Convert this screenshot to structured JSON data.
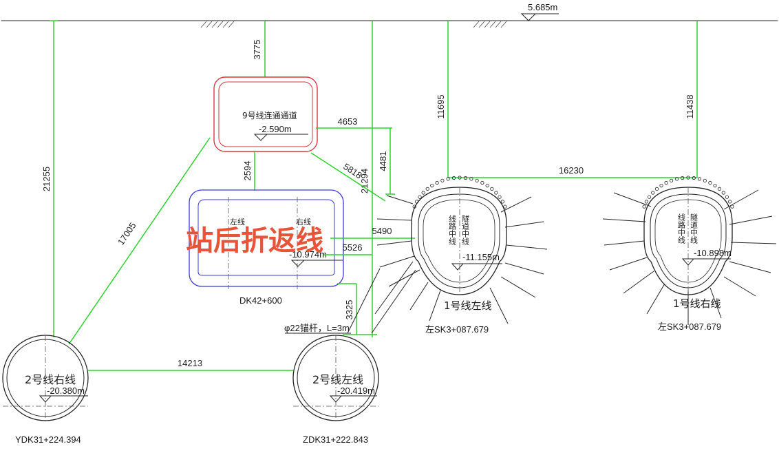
{
  "colors": {
    "dimension_line": "#2fd12f",
    "passage_outline": "#d9363e",
    "turnback_outline": "#3a3ad6",
    "overlay_text": "#e8543a",
    "line_work": "#222222"
  },
  "ground": {
    "elevation": "5.685m"
  },
  "overlay_title": "站后折返线",
  "passage": {
    "name": "9号线连通通道",
    "elevation": "-2.590m"
  },
  "turnback": {
    "left_label": "左线",
    "right_label": "右线",
    "elevation": "-10.974m",
    "chainage": "DK42+600"
  },
  "line1_left": {
    "inner_text_a": "线路中线",
    "inner_text_b": "隧道中线",
    "elevation": "-11.155m",
    "name": "1号线左线",
    "chainage": "左SK3+087.679"
  },
  "line1_right": {
    "inner_text_a": "线路中线",
    "inner_text_b": "隧道中线",
    "elevation": "-10.898m",
    "name": "1号线右线",
    "chainage": "左SK3+087.679"
  },
  "line2_right": {
    "name": "2号线右线",
    "elevation": "-20.380m",
    "chainage": "YDK31+224.394"
  },
  "line2_left": {
    "name": "2号线左线",
    "elevation": "-20.419m",
    "chainage": "ZDK31+222.843"
  },
  "anchor_note": "φ22锚杆，L=3m",
  "dimensions": {
    "d3775": "3775",
    "d21255": "21255",
    "d17005": "17005",
    "d2594": "2594",
    "d4653": "4653",
    "d5818": "5818",
    "d4481": "4481",
    "d21294": "21294",
    "d11695": "11695",
    "d11438": "11438",
    "d16230": "16230",
    "d5490": "5490",
    "d5526": "5526",
    "d3325": "3325",
    "d14213": "14213"
  }
}
